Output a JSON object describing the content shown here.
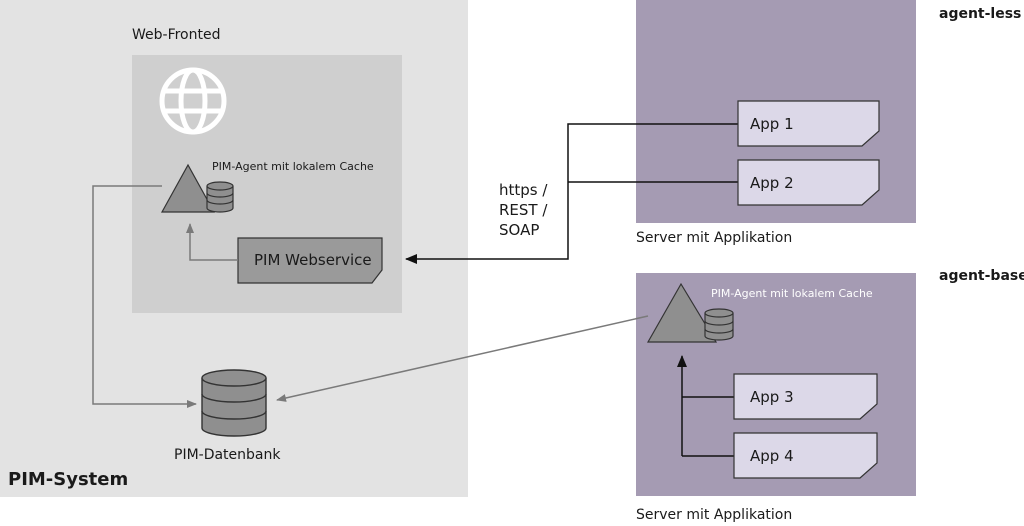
{
  "pim_system": {
    "title": "PIM-System",
    "web_frontend_label": "Web-Fronted",
    "agent_label": "PIM-Agent mit lokalem Cache",
    "webservice_label": "PIM Webservice",
    "database_label": "PIM-Datenbank"
  },
  "connection": {
    "protocol_lines": [
      "https /",
      "REST /",
      "SOAP"
    ]
  },
  "agent_less": {
    "tag": "agent-less",
    "server_label": "Server mit Applikation",
    "apps": [
      "App 1",
      "App 2"
    ]
  },
  "agent_based": {
    "tag": "agent-based",
    "server_label": "Server mit Applikation",
    "agent_label": "PIM-Agent mit lokalem Cache",
    "apps": [
      "App 3",
      "App 4"
    ]
  },
  "colors": {
    "pim_system_bg": "#e3e3e3",
    "web_frontend_bg": "#cfcfcf",
    "server_bg": "#a59bb3",
    "app_box": "#dcd8e8",
    "webservice_box": "#9a9a9a"
  },
  "icons": [
    "globe-icon",
    "agent-triangle-icon",
    "cache-db-icon",
    "database-icon"
  ]
}
